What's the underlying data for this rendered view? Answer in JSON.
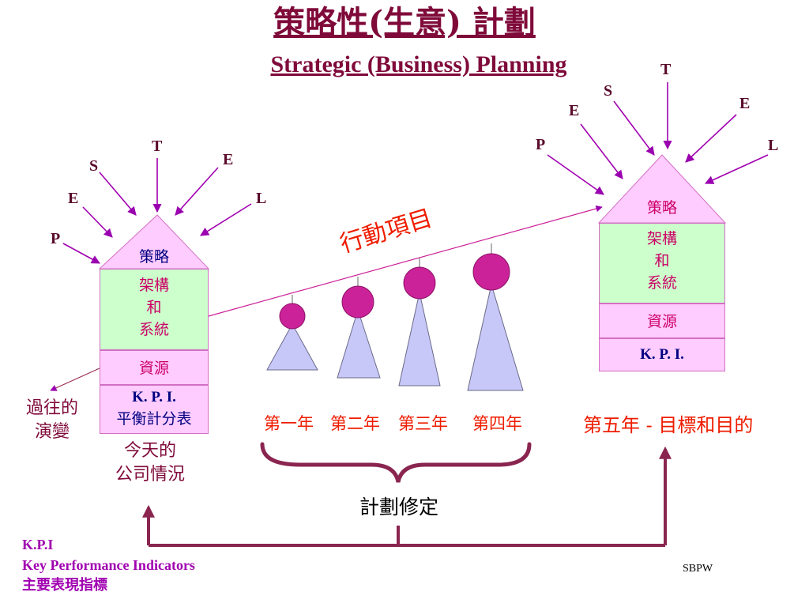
{
  "title": {
    "chinese": "策略性(生意) 計劃",
    "english": "Strategic (Business) Planning"
  },
  "pestel": {
    "p": "P",
    "e1": "E",
    "s": "S",
    "t": "T",
    "e2": "E",
    "l": "L"
  },
  "today_company": {
    "roof": "策略",
    "structure": "架構\n和\n系統",
    "resources": "資源",
    "kpi": "K. P. I.",
    "balanced_scorecard": "平衡計分表",
    "caption": "今天的\n公司情況"
  },
  "future_company": {
    "roof": "策略",
    "structure": "架構\n和\n系統",
    "resources": "資源",
    "kpi": "K. P. I.",
    "caption": "第五年 - 目標和目的"
  },
  "past_evolution": "過往的\n演變",
  "action_items": "行動項目",
  "years": [
    "第一年",
    "第二年",
    "第三年",
    "第四年"
  ],
  "plan_revision": "計劃修定",
  "footnote": {
    "line1": "K.P.I",
    "line2": "Key Performance Indicators",
    "line3": "主要表現指標"
  },
  "watermark": "SBPW",
  "colors": {
    "maroon": "#7f0a3a",
    "purple": "#b000b0",
    "green_box": "#ccffcc",
    "pink_box": "#ffccff",
    "red_text": "#ee1c00",
    "kpi_text": "#000080",
    "cone": "#c8c8f8",
    "ball": "#cc2299"
  }
}
